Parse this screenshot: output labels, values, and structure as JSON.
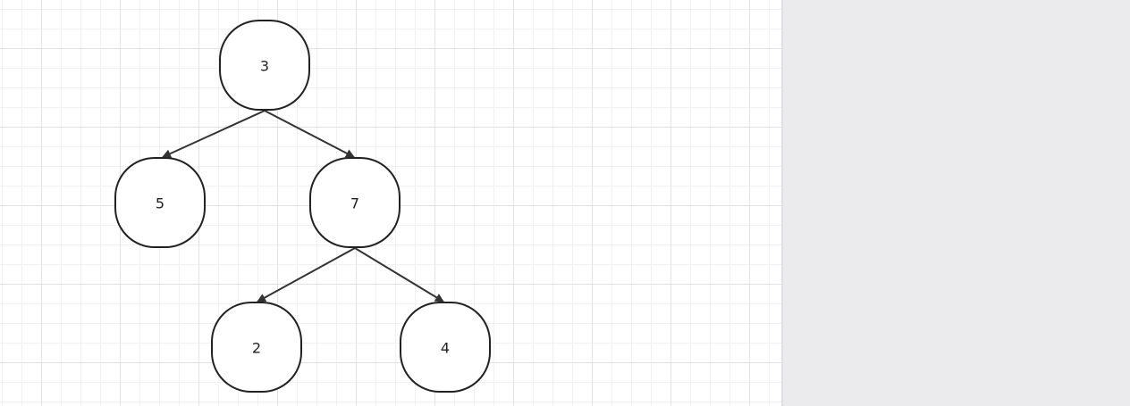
{
  "nodes": [
    {
      "id": "n3",
      "label": "3"
    },
    {
      "id": "n5",
      "label": "5"
    },
    {
      "id": "n7",
      "label": "7"
    },
    {
      "id": "n2",
      "label": "2"
    },
    {
      "id": "n4",
      "label": "4"
    }
  ],
  "edges": [
    {
      "from": "n3",
      "to": "n5"
    },
    {
      "from": "n3",
      "to": "n7"
    },
    {
      "from": "n7",
      "to": "n2"
    },
    {
      "from": "n7",
      "to": "n4"
    }
  ],
  "colors": {
    "canvas": "#ffffff",
    "panel": "#ebebed",
    "stroke": "#222222",
    "edge": "#333333"
  }
}
